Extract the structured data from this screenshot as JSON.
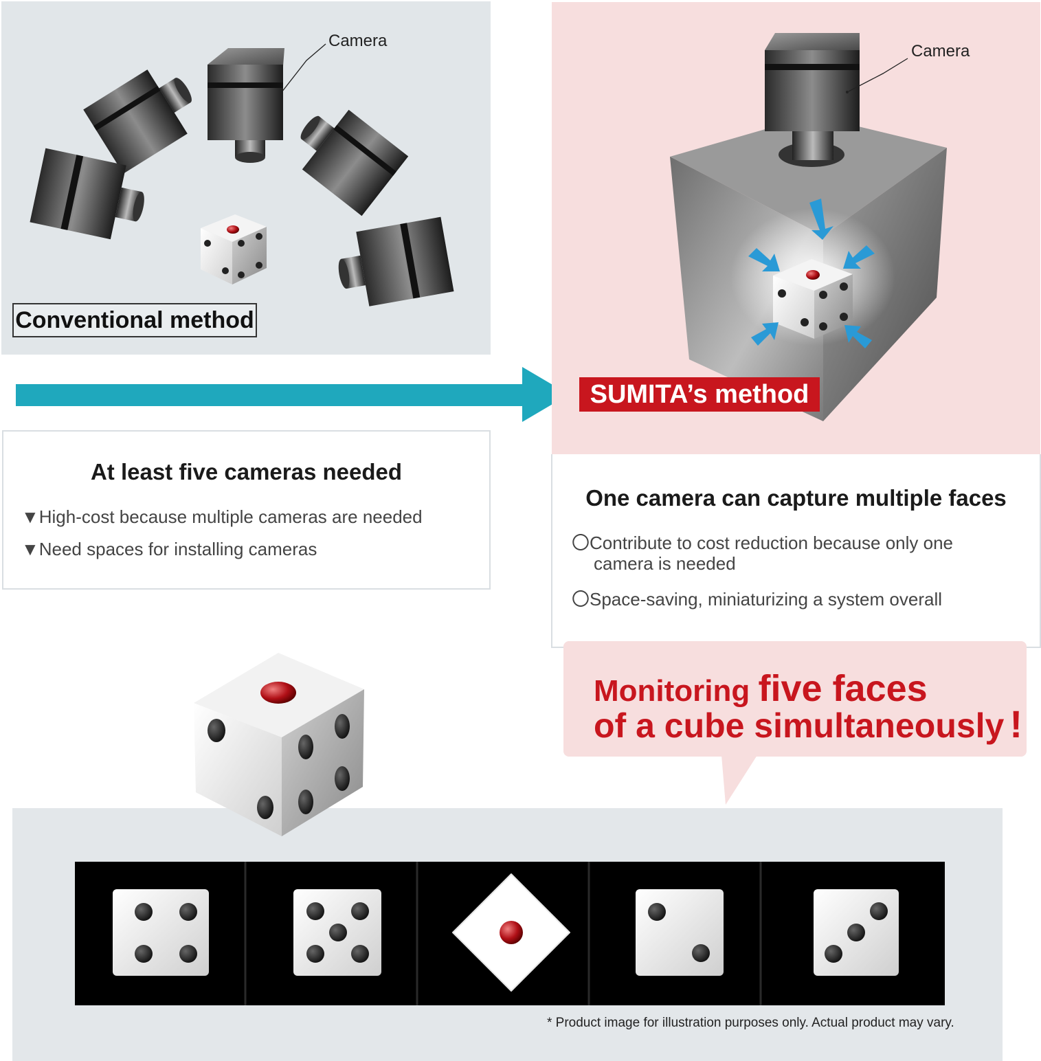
{
  "conventional": {
    "camera_label": "Camera",
    "method_label": "Conventional method",
    "info_title": "At least five cameras needed",
    "points": [
      "▼High-cost because multiple cameras are needed",
      "▼Need spaces for installing cameras"
    ]
  },
  "sumita": {
    "camera_label": "Camera",
    "method_label": "SUMITA’s method",
    "info_title": "One camera can capture multiple faces",
    "points": [
      "〇Contribute to cost reduction because only one",
      "camera is needed",
      "〇Space-saving, miniaturizing a system overall"
    ]
  },
  "callout": {
    "line1_a": "Monitoring ",
    "line1_b": "five faces",
    "line2": "of a cube simultaneously",
    "exclaim": "!"
  },
  "disclaimer": "* Product image for illustration purposes only. Actual product may vary.",
  "colors": {
    "arrow": "#1fa8bd",
    "accent_red": "#c8161e",
    "conventional_bg": "#e1e6e9",
    "sumita_bg": "#f7dede",
    "pointer_blue": "#2a9ad6"
  }
}
